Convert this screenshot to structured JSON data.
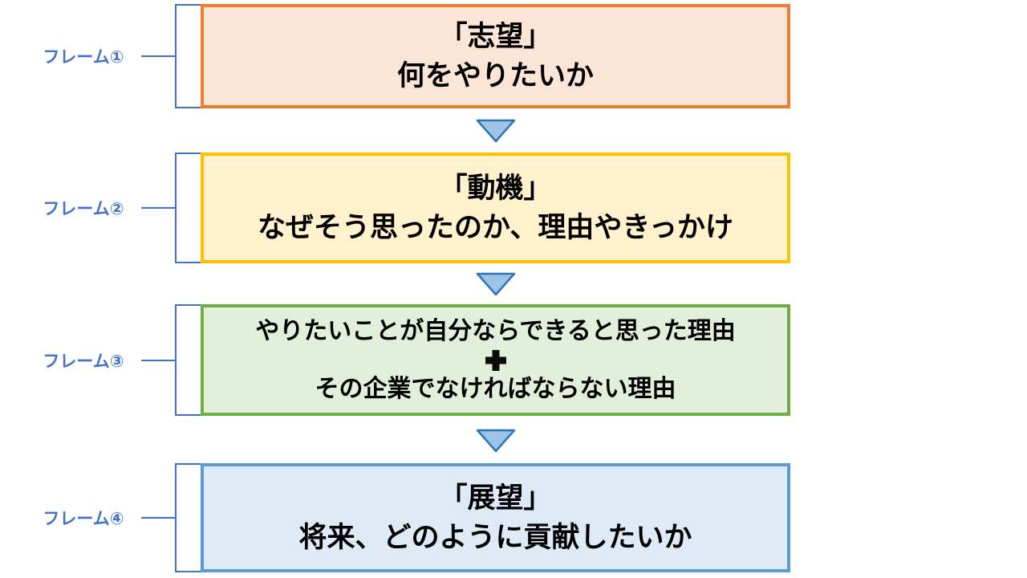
{
  "canvas": {
    "background": "#FFFFFF",
    "description_colors": {
      "label_and_bracket_blue": "#4472C4",
      "arrow_fill": "#9DC3E6",
      "arrow_border": "#2E75B6",
      "box_text_color": "#000000"
    }
  },
  "frames": [
    {
      "side_label": "フレーム①",
      "line1": "「志望」",
      "line2": "何をやりたいか",
      "fill": "#FBE5D6",
      "border": "#ED7D31"
    },
    {
      "side_label": "フレーム②",
      "line1": "「動機」",
      "line2": "なぜそう思ったのか、理由やきっかけ",
      "fill": "#FFF2CC",
      "border": "#FFC000"
    },
    {
      "side_label": "フレーム③",
      "line1": "やりたいことが自分ならできると思った理由",
      "center_icon": "heavy-plus-icon",
      "line2": "その企業でなければならない理由",
      "fill": "#E2EFDA",
      "border": "#70AD47"
    },
    {
      "side_label": "フレーム④",
      "line1": "「展望」",
      "line2": "将来、どのように貢献したいか",
      "fill": "#DEEBF7",
      "border": "#5B9BD5"
    }
  ],
  "arrows": [
    {
      "icon": "down-triangle-arrow"
    },
    {
      "icon": "down-triangle-arrow"
    },
    {
      "icon": "down-triangle-arrow"
    }
  ]
}
